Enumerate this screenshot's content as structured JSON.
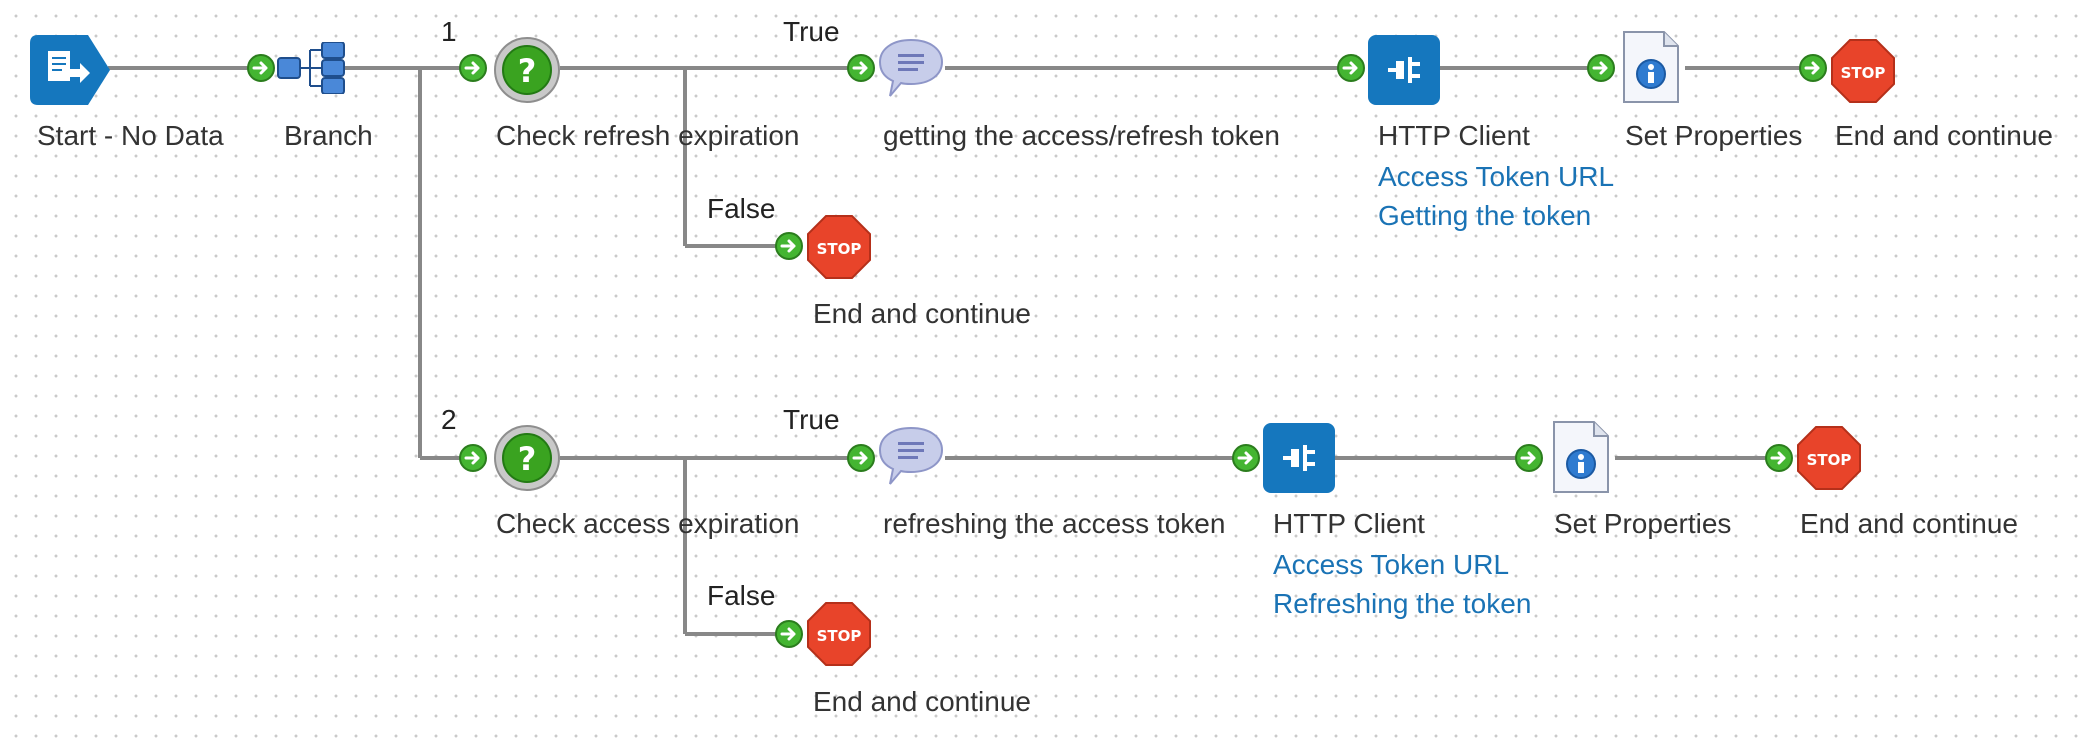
{
  "start": {
    "label": "Start - No Data"
  },
  "branch": {
    "label": "Branch",
    "path1": "1",
    "path2": "2"
  },
  "row1": {
    "decision": "Check refresh expiration",
    "true_label": "True",
    "false_label": "False",
    "comment": "getting the access/refresh token",
    "http": {
      "label": "HTTP Client",
      "link1": "Access Token URL",
      "link2": "Getting the token"
    },
    "set_props": "Set Properties",
    "end_true": "End and continue",
    "end_false": "End and continue"
  },
  "row2": {
    "decision": "Check access expiration",
    "true_label": "True",
    "false_label": "False",
    "comment": "refreshing the access token",
    "http": {
      "label": "HTTP Client",
      "link1": "Access Token URL",
      "link2": "Refreshing the token"
    },
    "set_props": "Set Properties",
    "end_true": "End and continue",
    "end_false": "End and continue"
  },
  "colors": {
    "wire": "#888888",
    "http_blue": "#1577be",
    "stop_red": "#e8442a",
    "decision_green": "#3aa320",
    "link": "#1a73b5"
  }
}
